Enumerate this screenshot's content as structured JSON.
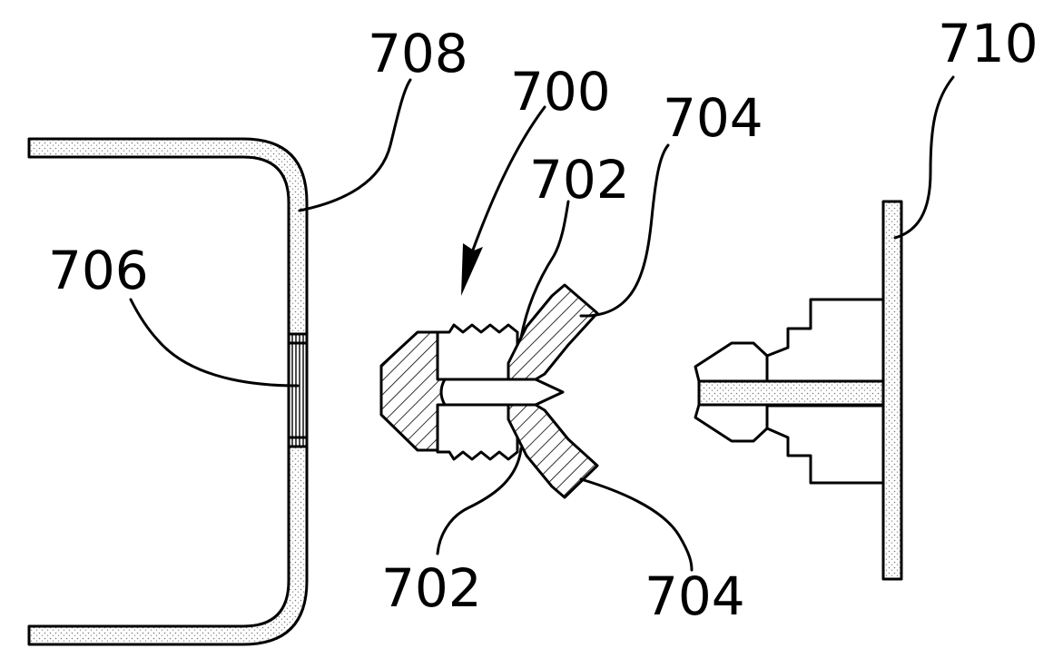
{
  "figure": {
    "labels": {
      "assembly": "700",
      "upper_wedge": "702",
      "lower_wedge": "702",
      "upper_wing": "704",
      "lower_wing": "704",
      "window": "706",
      "panel": "708",
      "mount": "710"
    },
    "colors": {
      "line": "#000000",
      "background": "#ffffff",
      "fill": "#ffffff",
      "stipple": "#7a7a7a"
    }
  }
}
